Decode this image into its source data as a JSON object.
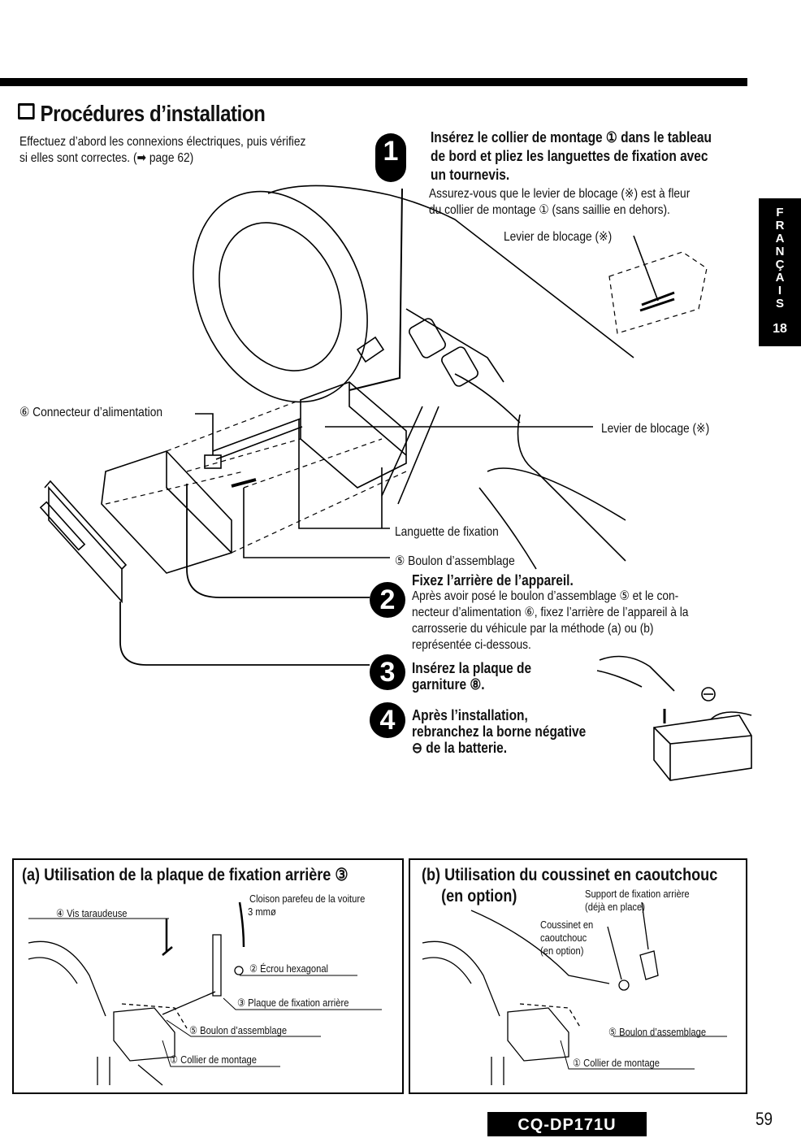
{
  "header": {
    "title": "Procédures d’installation",
    "intro_line1": "Effectuez d’abord les connexions électriques, puis vérifiez",
    "intro_line2": "si elles sont correctes. (➡ page 62)"
  },
  "sidebar": {
    "language_letters": [
      "F",
      "R",
      "A",
      "N",
      "Ç",
      "A",
      "I",
      "S"
    ],
    "section_number": "18"
  },
  "steps": [
    {
      "number": "1",
      "title_lines": [
        "Insérez le collier de montage ① dans le tableau",
        "de bord et pliez les languettes de fixation avec",
        "un tournevis."
      ],
      "body_lines": [
        "Assurez-vous que le levier de blocage (※) est à fleur",
        "du collier de montage ① (sans saillie en dehors)."
      ]
    },
    {
      "number": "2",
      "title": "Fixez l’arrière de l’appareil.",
      "body_lines": [
        "Après avoir posé le boulon d’assemblage ⑤ et le con-",
        "necteur d’alimentation ⑥, fixez l’arrière de l’appareil à la",
        "carrosserie du véhicule par la méthode (a) ou (b)",
        "représentée ci-dessous."
      ]
    },
    {
      "number": "3",
      "title_lines": [
        "Insérez la plaque de",
        "garniture ⑧."
      ]
    },
    {
      "number": "4",
      "title_lines": [
        "Après l’installation,",
        "rebranchez la borne négative",
        "⊖ de la batterie."
      ]
    }
  ],
  "diagram_labels": {
    "lever_top": "Levier de blocage (※)",
    "power_connector": "⑥ Connecteur d’alimentation",
    "lever_right": "Levier de blocage (※)",
    "tab": "Languette de fixation",
    "bolt": "⑤ Boulon d’assemblage",
    "battery_minus": "⊖"
  },
  "panel_a": {
    "title": "(a) Utilisation de la plaque de fixation arrière ③",
    "labels": {
      "firewall": "Cloison parefeu de la voiture",
      "diameter": "3 mmø",
      "screw": "④ Vis taraudeuse",
      "nut": "② Écrou hexagonal",
      "strap": "③ Plaque de fixation arrière",
      "bolt": "⑤ Boulon d’assemblage",
      "sleeve": "① Collier de montage"
    }
  },
  "panel_b": {
    "title_line1": "(b) Utilisation du coussinet en caoutchouc",
    "title_line2": "(en option)",
    "labels": {
      "support_line1": "Support de fixation arrière",
      "support_line2": "(déjà en place)",
      "cushion_line1": "Coussinet en",
      "cushion_line2": "caoutchouc",
      "cushion_line3": "(en option)",
      "bolt": "⑤ Boulon d’assemblage",
      "sleeve": "① Collier de montage"
    }
  },
  "footer": {
    "model": "CQ-DP171U",
    "page_number": "59"
  }
}
